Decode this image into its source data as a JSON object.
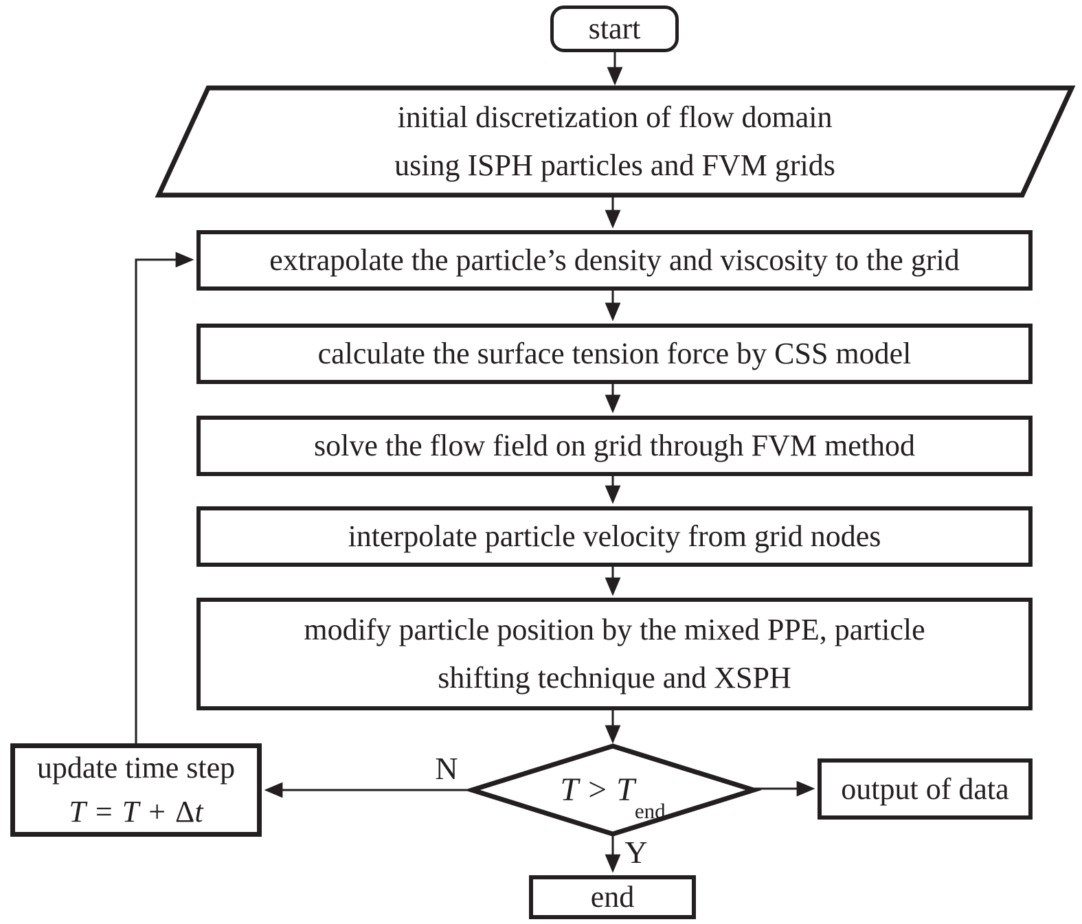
{
  "colors": {
    "ink": "#231f20",
    "background": "#ffffff"
  },
  "flowchart": {
    "start": {
      "label": "start"
    },
    "init": {
      "line1": "initial discretization of flow domain",
      "line2": "using ISPH particles and FVM grids"
    },
    "boxes": {
      "extrapolate": "extrapolate the particle’s density and viscosity to the grid",
      "surface_tension": "calculate the surface tension force by CSS model",
      "solve_fvm": "solve the flow field on grid through FVM method",
      "interpolate": "interpolate particle velocity from grid nodes",
      "modify_line1": "modify particle position by the mixed PPE, particle",
      "modify_line2": "shifting technique and XSPH"
    },
    "decision": {
      "lhs": "T",
      "op": ">",
      "rhs": "T",
      "sub": "end",
      "no": "N",
      "yes": "Y"
    },
    "update": {
      "line1": "update time step",
      "formula": {
        "lhs": "T",
        "eq": "=",
        "rhs": "T",
        "plus": "+",
        "delta": "Δ",
        "t": "t"
      }
    },
    "output": {
      "label": "output of data"
    },
    "end": {
      "label": "end"
    }
  }
}
